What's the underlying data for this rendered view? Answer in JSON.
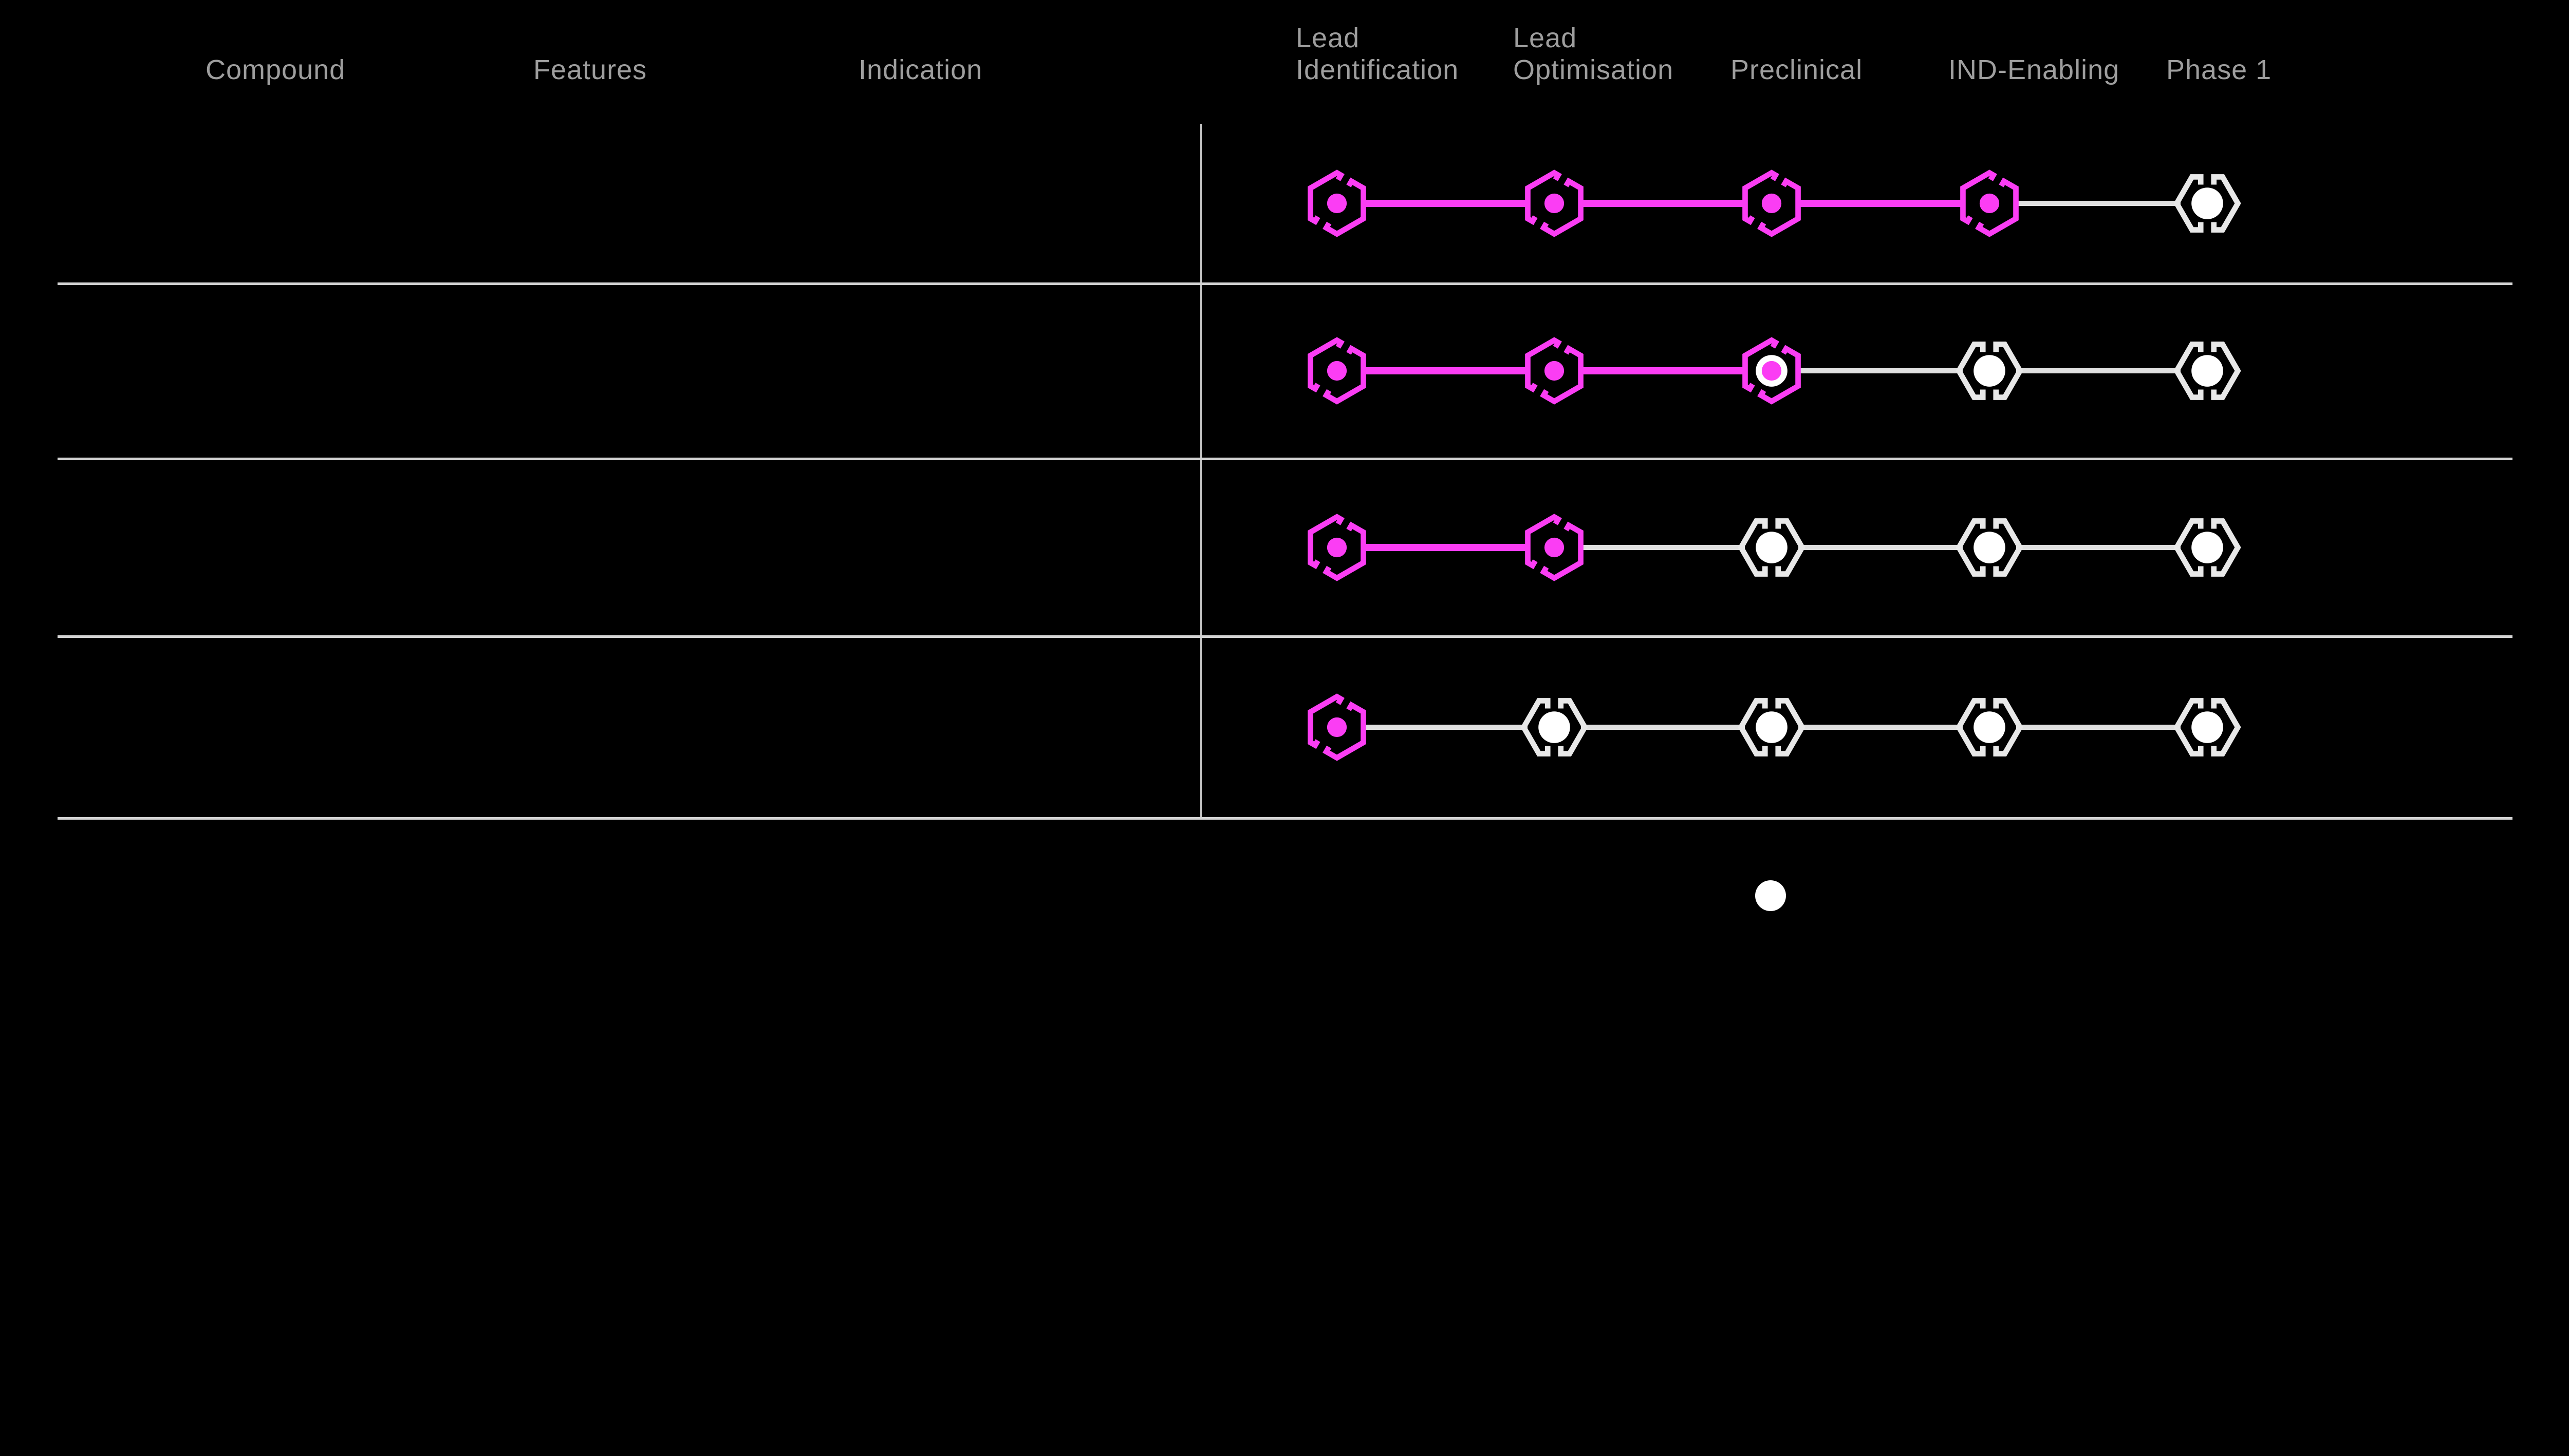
{
  "page": {
    "background": "#000000"
  },
  "colors": {
    "accent_magenta": "#fb3df4",
    "future_outline": "#e8e8e8",
    "future_connector": "#e0e0e0",
    "white_dot": "#ffffff",
    "row_line": "#d2d2d2",
    "column_divider": "#c4c4c4",
    "header_text": "#9e9e9e"
  },
  "header": {
    "columns": [
      {
        "id": "compound",
        "label": "Compound"
      },
      {
        "id": "features",
        "label": "Features"
      },
      {
        "id": "indication",
        "label": "Indication"
      }
    ],
    "stages": [
      {
        "id": "lead-identification",
        "label": "Lead\nIdentification"
      },
      {
        "id": "lead-optimisation",
        "label": "Lead\nOptimisation"
      },
      {
        "id": "preclinical",
        "label": "Preclinical"
      },
      {
        "id": "ind-enabling",
        "label": "IND-Enabling"
      },
      {
        "id": "phase-1",
        "label": "Phase 1"
      }
    ]
  },
  "rows": [
    {
      "compound": "",
      "features": "",
      "indication": "",
      "stages": [
        "complete",
        "complete",
        "complete",
        "complete",
        "upcoming"
      ],
      "connectors": [
        "complete",
        "complete",
        "complete",
        "upcoming"
      ]
    },
    {
      "compound": "",
      "features": "",
      "indication": "",
      "stages": [
        "complete",
        "complete",
        "current",
        "upcoming",
        "upcoming"
      ],
      "connectors": [
        "complete",
        "complete",
        "upcoming",
        "upcoming"
      ]
    },
    {
      "compound": "",
      "features": "",
      "indication": "",
      "stages": [
        "complete",
        "complete",
        "upcoming",
        "upcoming",
        "upcoming"
      ],
      "connectors": [
        "complete",
        "upcoming",
        "upcoming",
        "upcoming"
      ]
    },
    {
      "compound": "",
      "features": "",
      "indication": "",
      "stages": [
        "complete",
        "upcoming",
        "upcoming",
        "upcoming",
        "upcoming"
      ],
      "connectors": [
        "upcoming",
        "upcoming",
        "upcoming",
        "upcoming"
      ]
    }
  ],
  "indicator_dot": {
    "visible": true,
    "color": "#ffffff"
  }
}
